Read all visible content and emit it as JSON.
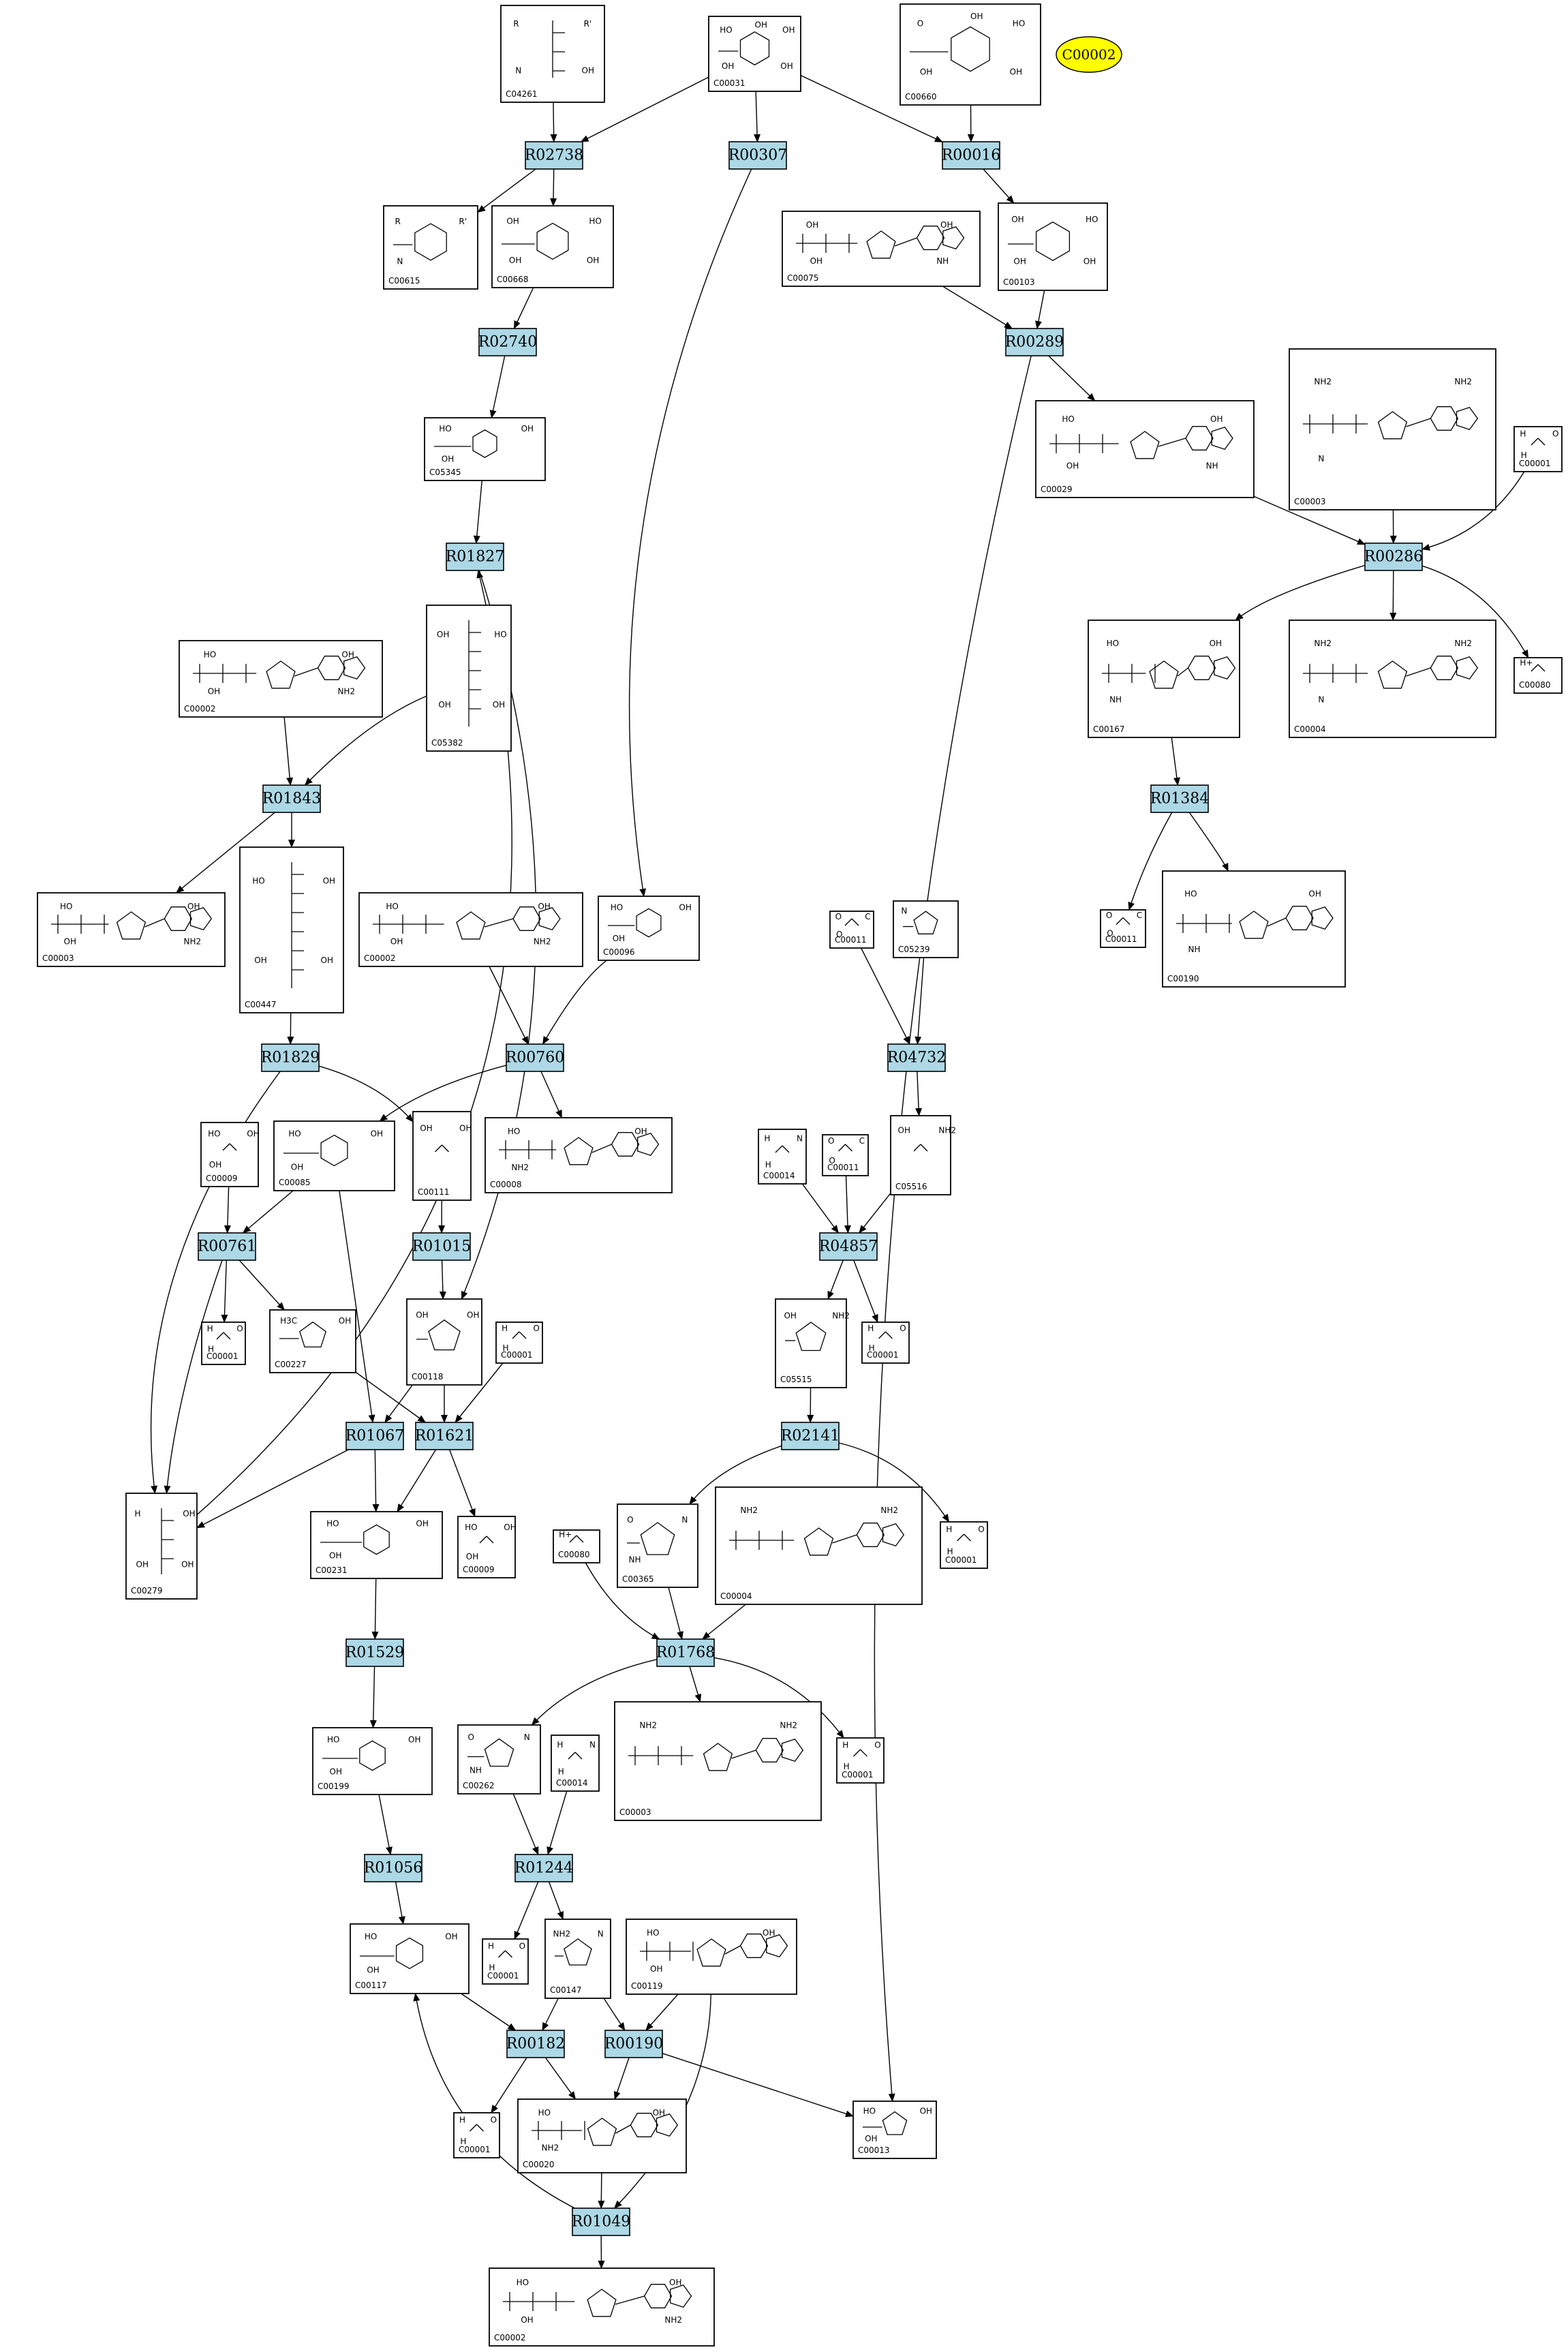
{
  "highlight": {
    "label": "C00002",
    "fill": "#ffff00"
  },
  "colors": {
    "reaction_fill": "#add8e6",
    "compound_fill": "#ffffff",
    "stroke": "#000000"
  },
  "reactions": [
    {
      "id": "R02738",
      "label": "R02738"
    },
    {
      "id": "R00307",
      "label": "R00307"
    },
    {
      "id": "R00016",
      "label": "R00016"
    },
    {
      "id": "R02740",
      "label": "R02740"
    },
    {
      "id": "R00289",
      "label": "R00289"
    },
    {
      "id": "R01827",
      "label": "R01827"
    },
    {
      "id": "R00286",
      "label": "R00286"
    },
    {
      "id": "R01843",
      "label": "R01843"
    },
    {
      "id": "R01384",
      "label": "R01384"
    },
    {
      "id": "R04732",
      "label": "R04732"
    },
    {
      "id": "R00760",
      "label": "R00760"
    },
    {
      "id": "R01829",
      "label": "R01829"
    },
    {
      "id": "R00761",
      "label": "R00761"
    },
    {
      "id": "R01015",
      "label": "R01015"
    },
    {
      "id": "R04857",
      "label": "R04857"
    },
    {
      "id": "R01067",
      "label": "R01067"
    },
    {
      "id": "R01621",
      "label": "R01621"
    },
    {
      "id": "R02141",
      "label": "R02141"
    },
    {
      "id": "R01529",
      "label": "R01529"
    },
    {
      "id": "R01768",
      "label": "R01768"
    },
    {
      "id": "R01056",
      "label": "R01056"
    },
    {
      "id": "R01244",
      "label": "R01244"
    },
    {
      "id": "R00182",
      "label": "R00182"
    },
    {
      "id": "R00190",
      "label": "R00190"
    },
    {
      "id": "R01049",
      "label": "R01049"
    }
  ],
  "compounds": [
    {
      "id": "c04261",
      "label": "C04261",
      "atoms": [
        "R",
        "R'",
        "N",
        "OH"
      ]
    },
    {
      "id": "c00031",
      "label": "C00031",
      "atoms": [
        "HO",
        "OH",
        "OH",
        "OH",
        "OH"
      ]
    },
    {
      "id": "c00660",
      "label": "C00660",
      "atoms": [
        "O",
        "HO",
        "OH",
        "OH",
        "OH"
      ]
    },
    {
      "id": "c00615",
      "label": "C00615",
      "atoms": [
        "R",
        "R'",
        "N"
      ]
    },
    {
      "id": "c00668",
      "label": "C00668",
      "atoms": [
        "OH",
        "HO",
        "OH",
        "OH"
      ]
    },
    {
      "id": "c00075",
      "label": "C00075",
      "atoms": [
        "OH",
        "OH",
        "OH",
        "NH"
      ]
    },
    {
      "id": "c00103",
      "label": "C00103",
      "atoms": [
        "OH",
        "HO",
        "OH",
        "OH"
      ]
    },
    {
      "id": "c05345",
      "label": "C05345",
      "atoms": [
        "HO",
        "OH",
        "OH"
      ]
    },
    {
      "id": "c00029",
      "label": "C00029",
      "atoms": [
        "HO",
        "OH",
        "OH",
        "NH"
      ]
    },
    {
      "id": "c00003a",
      "label": "C00003",
      "atoms": [
        "NH2",
        "NH2",
        "N"
      ]
    },
    {
      "id": "c00001a",
      "label": "C00001",
      "atoms": [
        "H",
        "O",
        "H"
      ]
    },
    {
      "id": "c00002a",
      "label": "C00002",
      "atoms": [
        "HO",
        "OH",
        "OH",
        "NH2"
      ]
    },
    {
      "id": "c05382",
      "label": "C05382",
      "atoms": [
        "OH",
        "HO",
        "OH",
        "OH"
      ]
    },
    {
      "id": "c00167",
      "label": "C00167",
      "atoms": [
        "HO",
        "OH",
        "NH"
      ]
    },
    {
      "id": "c00004a",
      "label": "C00004",
      "atoms": [
        "NH2",
        "NH2",
        "N"
      ]
    },
    {
      "id": "c00080a",
      "label": "C00080",
      "atoms": [
        "H+"
      ]
    },
    {
      "id": "c00003b",
      "label": "C00003",
      "atoms": [
        "HO",
        "OH",
        "OH",
        "NH2"
      ]
    },
    {
      "id": "c00447",
      "label": "C00447",
      "atoms": [
        "HO",
        "OH",
        "OH",
        "OH"
      ]
    },
    {
      "id": "c00002b",
      "label": "C00002",
      "atoms": [
        "HO",
        "OH",
        "OH",
        "NH2"
      ]
    },
    {
      "id": "c00096",
      "label": "C00096",
      "atoms": [
        "HO",
        "OH",
        "OH"
      ]
    },
    {
      "id": "c00011a",
      "label": "C00011",
      "atoms": [
        "O",
        "C",
        "O"
      ]
    },
    {
      "id": "c05239",
      "label": "C05239",
      "atoms": [
        "N"
      ]
    },
    {
      "id": "c00011b",
      "label": "C00011",
      "atoms": [
        "O",
        "C",
        "O"
      ]
    },
    {
      "id": "c00190",
      "label": "C00190",
      "atoms": [
        "HO",
        "OH",
        "NH"
      ]
    },
    {
      "id": "c00009a",
      "label": "C00009",
      "atoms": [
        "HO",
        "OH",
        "OH"
      ]
    },
    {
      "id": "c00085",
      "label": "C00085",
      "atoms": [
        "HO",
        "OH",
        "OH"
      ]
    },
    {
      "id": "c00111",
      "label": "C00111",
      "atoms": [
        "OH",
        "OH"
      ]
    },
    {
      "id": "c00008",
      "label": "C00008",
      "atoms": [
        "HO",
        "OH",
        "NH2"
      ]
    },
    {
      "id": "c00014a",
      "label": "C00014",
      "atoms": [
        "H",
        "N",
        "H"
      ]
    },
    {
      "id": "c00011c",
      "label": "C00011",
      "atoms": [
        "O",
        "C",
        "O"
      ]
    },
    {
      "id": "c05516",
      "label": "C05516",
      "atoms": [
        "OH",
        "NH2"
      ]
    },
    {
      "id": "c00001b",
      "label": "C00001",
      "atoms": [
        "H",
        "O",
        "H"
      ]
    },
    {
      "id": "c00227",
      "label": "C00227",
      "atoms": [
        "H3C",
        "OH"
      ]
    },
    {
      "id": "c00118",
      "label": "C00118",
      "atoms": [
        "OH",
        "OH"
      ]
    },
    {
      "id": "c00001c",
      "label": "C00001",
      "atoms": [
        "H",
        "O",
        "H"
      ]
    },
    {
      "id": "c05515",
      "label": "C05515",
      "atoms": [
        "OH",
        "NH2"
      ]
    },
    {
      "id": "c00001d",
      "label": "C00001",
      "atoms": [
        "H",
        "O",
        "H"
      ]
    },
    {
      "id": "c00279",
      "label": "C00279",
      "atoms": [
        "H",
        "OH",
        "OH",
        "OH"
      ]
    },
    {
      "id": "c00231",
      "label": "C00231",
      "atoms": [
        "HO",
        "OH",
        "OH"
      ]
    },
    {
      "id": "c00009b",
      "label": "C00009",
      "atoms": [
        "HO",
        "OH",
        "OH"
      ]
    },
    {
      "id": "c00080b",
      "label": "C00080",
      "atoms": [
        "H+"
      ]
    },
    {
      "id": "c00365",
      "label": "C00365",
      "atoms": [
        "O",
        "N",
        "NH"
      ]
    },
    {
      "id": "c00004b",
      "label": "C00004",
      "atoms": [
        "NH2",
        "NH2"
      ]
    },
    {
      "id": "c00001e",
      "label": "C00001",
      "atoms": [
        "H",
        "O",
        "H"
      ]
    },
    {
      "id": "c00199",
      "label": "C00199",
      "atoms": [
        "HO",
        "OH",
        "OH"
      ]
    },
    {
      "id": "c00262",
      "label": "C00262",
      "atoms": [
        "O",
        "N",
        "NH"
      ]
    },
    {
      "id": "c00014b",
      "label": "C00014",
      "atoms": [
        "H",
        "N",
        "H"
      ]
    },
    {
      "id": "c00003c",
      "label": "C00003",
      "atoms": [
        "NH2",
        "NH2"
      ]
    },
    {
      "id": "c00001f",
      "label": "C00001",
      "atoms": [
        "H",
        "O",
        "H"
      ]
    },
    {
      "id": "c00117",
      "label": "C00117",
      "atoms": [
        "HO",
        "OH",
        "OH"
      ]
    },
    {
      "id": "c00001g",
      "label": "C00001",
      "atoms": [
        "H",
        "O",
        "H"
      ]
    },
    {
      "id": "c00147",
      "label": "C00147",
      "atoms": [
        "NH2",
        "N"
      ]
    },
    {
      "id": "c00119",
      "label": "C00119",
      "atoms": [
        "HO",
        "OH",
        "OH"
      ]
    },
    {
      "id": "c00001h",
      "label": "C00001",
      "atoms": [
        "H",
        "O",
        "H"
      ]
    },
    {
      "id": "c00020",
      "label": "C00020",
      "atoms": [
        "HO",
        "OH",
        "NH2"
      ]
    },
    {
      "id": "c00013",
      "label": "C00013",
      "atoms": [
        "HO",
        "OH",
        "OH"
      ]
    },
    {
      "id": "c00002c",
      "label": "C00002",
      "atoms": [
        "HO",
        "OH",
        "OH",
        "NH2"
      ]
    }
  ]
}
